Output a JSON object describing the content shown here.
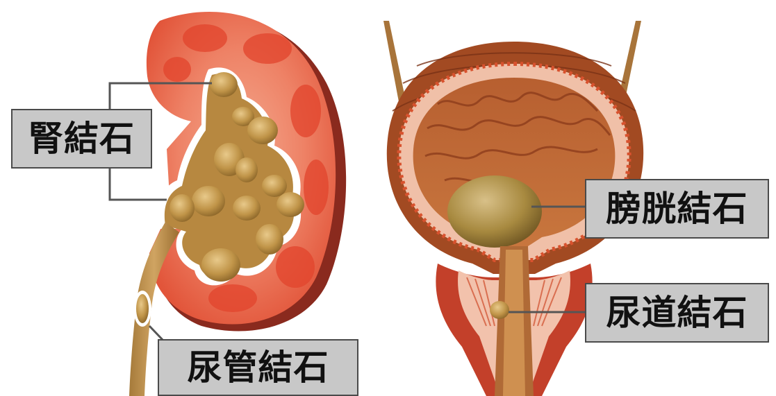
{
  "labels": {
    "kidney_stone": "腎結石",
    "ureter_stone": "尿管結石",
    "bladder_stone": "膀胱結石",
    "urethra_stone": "尿道結石"
  },
  "colors": {
    "label_background": "#c8c8c8",
    "label_border": "#4a4a4a",
    "leader_line": "#555555",
    "kidney_flesh": "#ee8a6c",
    "kidney_red": "#e2442c",
    "stone": "#c59a50",
    "bladder_wall": "#a24a22",
    "bladder_lining": "#bc6a3a"
  }
}
